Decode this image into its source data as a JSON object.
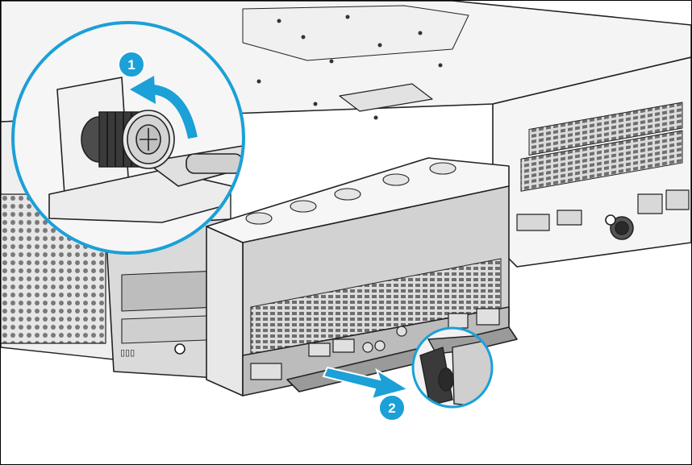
{
  "steps": [
    {
      "number": "1",
      "action": "loosen-thumbscrew"
    },
    {
      "number": "2",
      "action": "pull-module-out"
    }
  ],
  "colors": {
    "callout_blue": "#1ba0d7",
    "line_dark": "#222222",
    "fill_light": "#f2f2f2",
    "fill_mid": "#c8c8c8",
    "fill_dark": "#8a8a8a"
  },
  "icons": [
    "thumbscrew-icon",
    "rotate-arrow-icon",
    "pull-arrow-icon",
    "release-lever-icon"
  ]
}
